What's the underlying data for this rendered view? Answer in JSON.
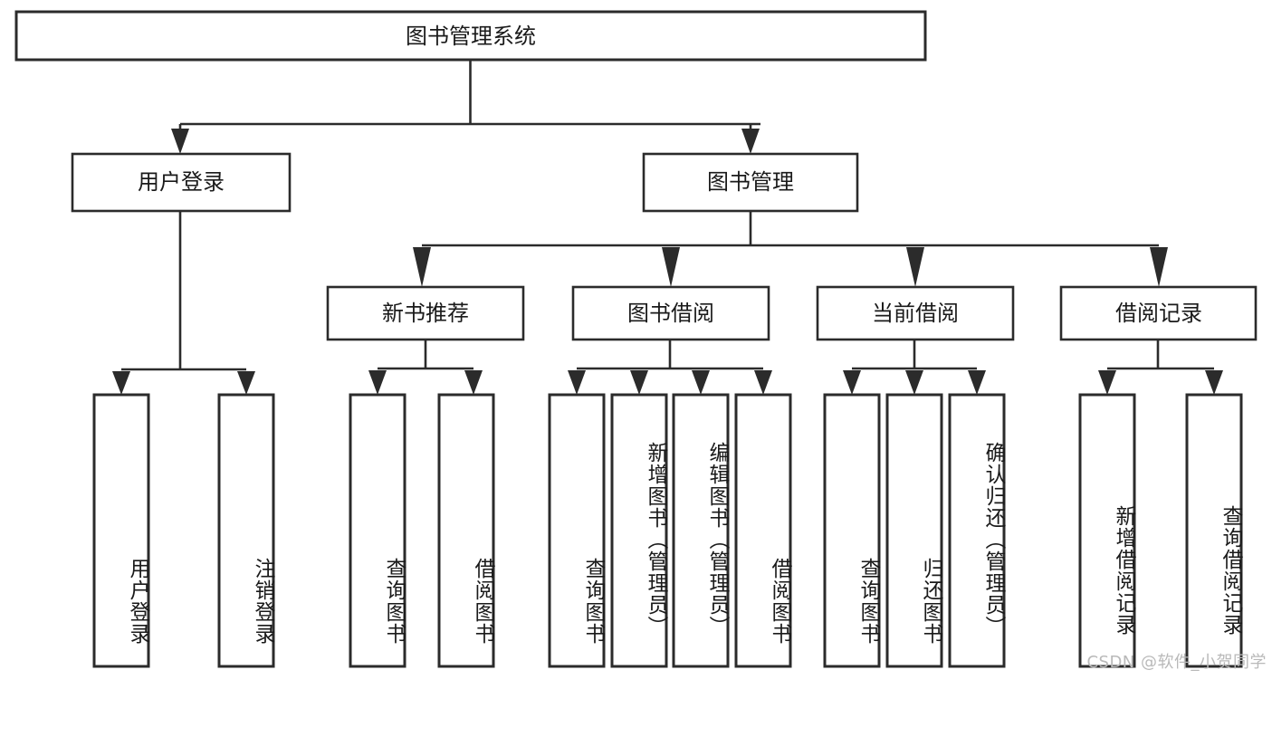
{
  "diagram": {
    "type": "tree",
    "title": "图书管理系统",
    "orientation": "top-down",
    "colors": {
      "background": "#ffffff",
      "box_fill": "#ffffff",
      "box_stroke": "#2b2b2b",
      "text": "#1a1a1a",
      "watermark": "#b9b9b9"
    },
    "root": {
      "label": "图书管理系统"
    },
    "level1": [
      {
        "id": "user-login",
        "label": "用户登录"
      },
      {
        "id": "book-management",
        "label": "图书管理"
      }
    ],
    "level2": [
      {
        "id": "new-book-recommend",
        "label": "新书推荐",
        "parent": "book-management"
      },
      {
        "id": "book-borrow",
        "label": "图书借阅",
        "parent": "book-management"
      },
      {
        "id": "current-borrow",
        "label": "当前借阅",
        "parent": "book-management"
      },
      {
        "id": "borrow-record",
        "label": "借阅记录",
        "parent": "book-management"
      }
    ],
    "leaves": [
      {
        "id": "leaf-user-login",
        "label": "用户登录",
        "parent": "user-login"
      },
      {
        "id": "leaf-logout-login",
        "label": "注销登录",
        "parent": "user-login"
      },
      {
        "id": "leaf-query-book-1",
        "label": "查询图书",
        "parent": "new-book-recommend"
      },
      {
        "id": "leaf-borrow-book-1",
        "label": "借阅图书",
        "parent": "new-book-recommend"
      },
      {
        "id": "leaf-query-book-2",
        "label": "查询图书",
        "parent": "book-borrow"
      },
      {
        "id": "leaf-add-book",
        "label": "新增图书（管理员）",
        "parent": "book-borrow"
      },
      {
        "id": "leaf-edit-book",
        "label": "编辑图书（管理员）",
        "parent": "book-borrow"
      },
      {
        "id": "leaf-borrow-book-2",
        "label": "借阅图书",
        "parent": "book-borrow"
      },
      {
        "id": "leaf-query-book-3",
        "label": "查询图书",
        "parent": "current-borrow"
      },
      {
        "id": "leaf-return-book",
        "label": "归还图书",
        "parent": "current-borrow"
      },
      {
        "id": "leaf-confirm-return",
        "label": "确认归还（管理员）",
        "parent": "current-borrow"
      },
      {
        "id": "leaf-add-record",
        "label": "新增借阅记录",
        "parent": "borrow-record"
      },
      {
        "id": "leaf-query-record",
        "label": "查询借阅记录",
        "parent": "borrow-record"
      }
    ]
  },
  "watermark": {
    "text": "CSDN @软件_小贺同学"
  }
}
